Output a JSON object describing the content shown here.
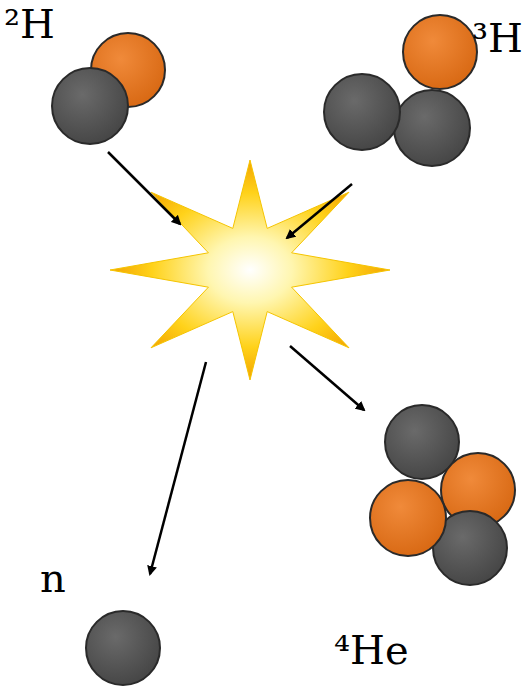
{
  "diagram": {
    "labels": [
      "²H",
      "³H",
      "n",
      "⁴He"
    ]
  }
}
